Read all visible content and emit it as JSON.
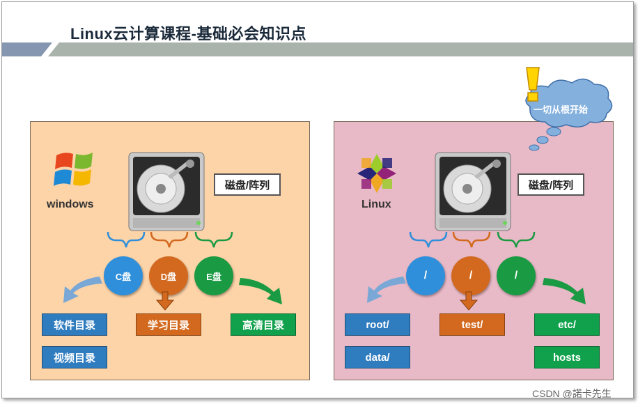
{
  "title": "Linux云计算课程-基础必会知识点",
  "left": {
    "os_label": "windows",
    "disk_label": "磁盘/阵列",
    "partitions": [
      "C盘",
      "D盘",
      "E盘"
    ],
    "dirs": {
      "c": [
        "软件目录",
        "视频目录"
      ],
      "d": [
        "学习目录"
      ],
      "e": [
        "高清目录"
      ]
    }
  },
  "right": {
    "os_label": "Linux",
    "disk_label": "磁盘/阵列",
    "partitions": [
      "/",
      "/",
      "/"
    ],
    "dirs": {
      "c": [
        "root/",
        "data/"
      ],
      "d": [
        "test/"
      ],
      "e": [
        "etc/",
        "hosts"
      ]
    }
  },
  "cloud_text": "一切从根开始",
  "watermark": "CSDN @諾卡先生",
  "colors": {
    "blue": "#2f8fda",
    "orange": "#d2691e",
    "green": "#1a9a43",
    "left_panel": "#fdd3a8",
    "right_panel": "#e8b9c6"
  }
}
